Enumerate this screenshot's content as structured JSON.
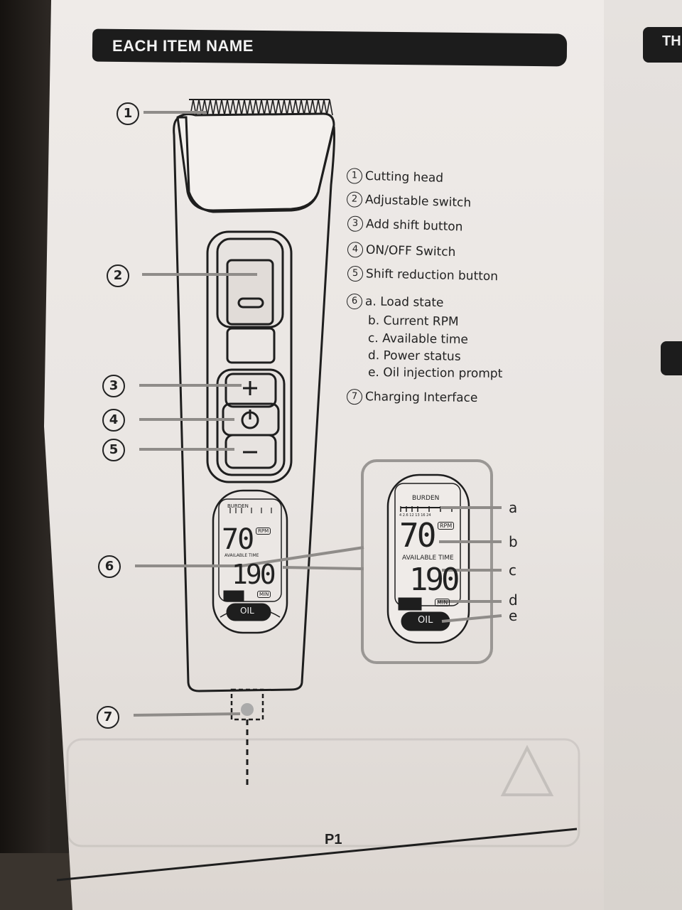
{
  "header": {
    "title": "EACH ITEM NAME",
    "side_title": "TH"
  },
  "legend": {
    "items": [
      {
        "num": "1",
        "label": "Cutting head"
      },
      {
        "num": "2",
        "label": "Adjustable switch"
      },
      {
        "num": "3",
        "label": "Add shift button"
      },
      {
        "num": "4",
        "label": "ON/OFF Switch"
      },
      {
        "num": "5",
        "label": "Shift reduction button"
      },
      {
        "num": "6",
        "label": "a. Load state"
      },
      {
        "num": "7",
        "label": "Charging Interface"
      }
    ],
    "sub_items": [
      "b. Current RPM",
      "c. Available time",
      "d. Power status",
      "e. Oil injection prompt"
    ]
  },
  "callouts": [
    "1",
    "2",
    "3",
    "4",
    "5",
    "6",
    "7"
  ],
  "display": {
    "burden": "BURDEN",
    "scale_ticks": "4 2.6 12 13 16 24",
    "rpm_value": "70",
    "rpm_unit": "RPM",
    "time_label": "AVAILABLE TIME",
    "time_value": "190",
    "time_unit": "MIN",
    "oil_label": "OIL"
  },
  "detail_letters": [
    "a",
    "b",
    "c",
    "d",
    "e"
  ],
  "footer": {
    "page_label": "P1"
  }
}
